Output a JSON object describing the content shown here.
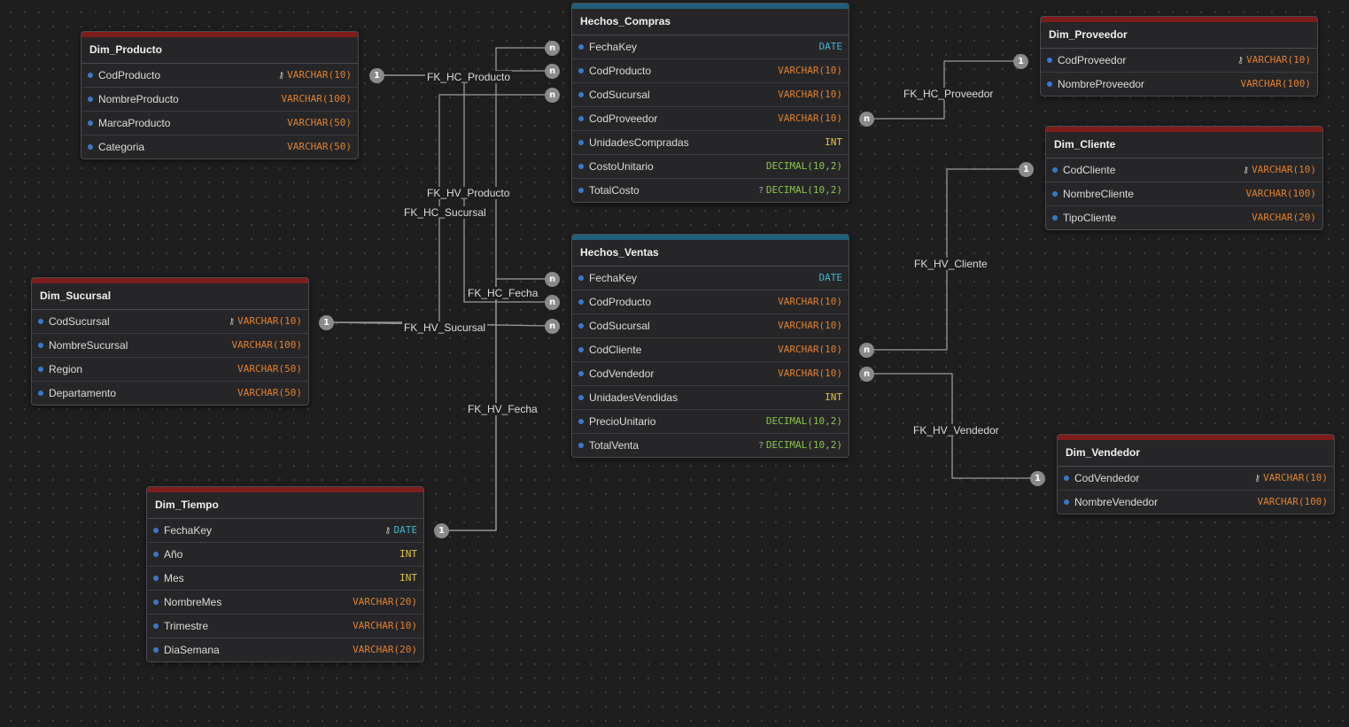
{
  "colors": {
    "dim_bar": "#7f1d1d",
    "fact_bar": "#1f5f7a",
    "wire": "#9a9a9a",
    "type_varchar": "#e0802e",
    "type_int": "#e2c23d",
    "type_date": "#3fb6d6",
    "type_decimal": "#8bc34a"
  },
  "tables": [
    {
      "id": "dim_producto",
      "name": "Dim_Producto",
      "kind": "dim",
      "fields": [
        {
          "name": "CodProducto",
          "type": "VARCHAR(10)",
          "pk": true
        },
        {
          "name": "NombreProducto",
          "type": "VARCHAR(100)"
        },
        {
          "name": "MarcaProducto",
          "type": "VARCHAR(50)"
        },
        {
          "name": "Categoria",
          "type": "VARCHAR(50)"
        }
      ]
    },
    {
      "id": "hechos_compras",
      "name": "Hechos_Compras",
      "kind": "fact",
      "fields": [
        {
          "name": "FechaKey",
          "type": "DATE"
        },
        {
          "name": "CodProducto",
          "type": "VARCHAR(10)"
        },
        {
          "name": "CodSucursal",
          "type": "VARCHAR(10)"
        },
        {
          "name": "CodProveedor",
          "type": "VARCHAR(10)"
        },
        {
          "name": "UnidadesCompradas",
          "type": "INT"
        },
        {
          "name": "CostoUnitario",
          "type": "DECIMAL(10,2)"
        },
        {
          "name": "TotalCosto",
          "type": "DECIMAL(10,2)",
          "nullable": true
        }
      ]
    },
    {
      "id": "dim_proveedor",
      "name": "Dim_Proveedor",
      "kind": "dim",
      "fields": [
        {
          "name": "CodProveedor",
          "type": "VARCHAR(10)",
          "pk": true
        },
        {
          "name": "NombreProveedor",
          "type": "VARCHAR(100)"
        }
      ]
    },
    {
      "id": "dim_cliente",
      "name": "Dim_Cliente",
      "kind": "dim",
      "fields": [
        {
          "name": "CodCliente",
          "type": "VARCHAR(10)",
          "pk": true
        },
        {
          "name": "NombreCliente",
          "type": "VARCHAR(100)"
        },
        {
          "name": "TipoCliente",
          "type": "VARCHAR(20)"
        }
      ]
    },
    {
      "id": "hechos_ventas",
      "name": "Hechos_Ventas",
      "kind": "fact",
      "fields": [
        {
          "name": "FechaKey",
          "type": "DATE"
        },
        {
          "name": "CodProducto",
          "type": "VARCHAR(10)"
        },
        {
          "name": "CodSucursal",
          "type": "VARCHAR(10)"
        },
        {
          "name": "CodCliente",
          "type": "VARCHAR(10)"
        },
        {
          "name": "CodVendedor",
          "type": "VARCHAR(10)"
        },
        {
          "name": "UnidadesVendidas",
          "type": "INT"
        },
        {
          "name": "PrecioUnitario",
          "type": "DECIMAL(10,2)"
        },
        {
          "name": "TotalVenta",
          "type": "DECIMAL(10,2)",
          "nullable": true
        }
      ]
    },
    {
      "id": "dim_sucursal",
      "name": "Dim_Sucursal",
      "kind": "dim",
      "fields": [
        {
          "name": "CodSucursal",
          "type": "VARCHAR(10)",
          "pk": true
        },
        {
          "name": "NombreSucursal",
          "type": "VARCHAR(100)"
        },
        {
          "name": "Region",
          "type": "VARCHAR(50)"
        },
        {
          "name": "Departamento",
          "type": "VARCHAR(50)"
        }
      ]
    },
    {
      "id": "dim_vendedor",
      "name": "Dim_Vendedor",
      "kind": "dim",
      "fields": [
        {
          "name": "CodVendedor",
          "type": "VARCHAR(10)",
          "pk": true
        },
        {
          "name": "NombreVendedor",
          "type": "VARCHAR(100)"
        }
      ]
    },
    {
      "id": "dim_tiempo",
      "name": "Dim_Tiempo",
      "kind": "dim",
      "fields": [
        {
          "name": "FechaKey",
          "type": "DATE",
          "pk": true
        },
        {
          "name": "Año",
          "type": "INT"
        },
        {
          "name": "Mes",
          "type": "INT"
        },
        {
          "name": "NombreMes",
          "type": "VARCHAR(20)"
        },
        {
          "name": "Trimestre",
          "type": "VARCHAR(10)"
        },
        {
          "name": "DiaSemana",
          "type": "VARCHAR(20)"
        }
      ]
    }
  ],
  "relationships": [
    {
      "name": "FK_HC_Producto",
      "from": "dim_producto",
      "to": "hechos_compras",
      "one": "1",
      "many": "n"
    },
    {
      "name": "FK_HV_Producto",
      "from": "dim_producto",
      "to": "hechos_ventas",
      "one": "1",
      "many": "n"
    },
    {
      "name": "FK_HC_Sucursal",
      "from": "dim_sucursal",
      "to": "hechos_compras",
      "one": "1",
      "many": "n"
    },
    {
      "name": "FK_HV_Sucursal",
      "from": "dim_sucursal",
      "to": "hechos_ventas",
      "one": "1",
      "many": "n"
    },
    {
      "name": "FK_HC_Fecha",
      "from": "dim_tiempo",
      "to": "hechos_compras",
      "one": "1",
      "many": "n"
    },
    {
      "name": "FK_HV_Fecha",
      "from": "dim_tiempo",
      "to": "hechos_ventas",
      "one": "1",
      "many": "n"
    },
    {
      "name": "FK_HC_Proveedor",
      "from": "dim_proveedor",
      "to": "hechos_compras",
      "one": "1",
      "many": "n"
    },
    {
      "name": "FK_HV_Cliente",
      "from": "dim_cliente",
      "to": "hechos_ventas",
      "one": "1",
      "many": "n"
    },
    {
      "name": "FK_HV_Vendedor",
      "from": "dim_vendedor",
      "to": "hechos_ventas",
      "one": "1",
      "many": "n"
    }
  ]
}
